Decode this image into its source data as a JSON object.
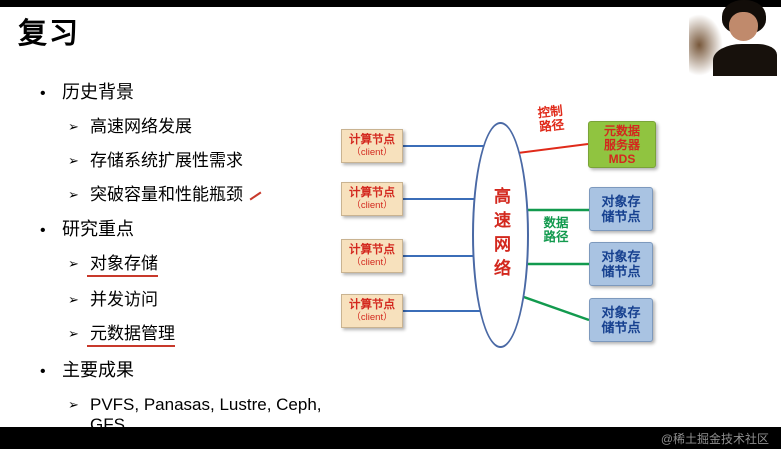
{
  "slide": {
    "title": "复习",
    "markers": {
      "level1": "•",
      "level2": "➢"
    },
    "outline": [
      {
        "text": "历史背景"
      },
      {
        "text": "高速网络发展"
      },
      {
        "text": "存储系统扩展性需求"
      },
      {
        "text": "突破容量和性能瓶颈"
      },
      {
        "text": "研究重点"
      },
      {
        "text": "对象存储"
      },
      {
        "text": "并发访问"
      },
      {
        "text": "元数据管理"
      },
      {
        "text": "主要成果"
      },
      {
        "text": "PVFS, Panasas, Lustre, Ceph, GFS"
      }
    ]
  },
  "diagram": {
    "clients": [
      {
        "name": "计算节点",
        "sub": "（client）"
      },
      {
        "name": "计算节点",
        "sub": "（client）"
      },
      {
        "name": "计算节点",
        "sub": "（client）"
      },
      {
        "name": "计算节点",
        "sub": "（client）"
      }
    ],
    "network_label": "高速网络",
    "control_path_label": "控制路径",
    "data_path_label": "数据路径",
    "mds_label": "元数据\n服务器\nMDS",
    "storage_nodes": [
      {
        "label": "对象存\n储节点"
      },
      {
        "label": "对象存\n储节点"
      },
      {
        "label": "对象存\n储节点"
      }
    ],
    "colors": {
      "client_fill": "#f7e1bd",
      "client_text": "#d3281e",
      "network_border": "#4a69a5",
      "network_text": "#d3281e",
      "mds_fill": "#90c440",
      "storage_fill": "#a9c3e2",
      "storage_text": "#16408f",
      "link_blue": "#3b6db8",
      "link_red": "#e02a1a",
      "link_green": "#129a4e"
    }
  },
  "watermark": "@稀土掘金技术社区"
}
